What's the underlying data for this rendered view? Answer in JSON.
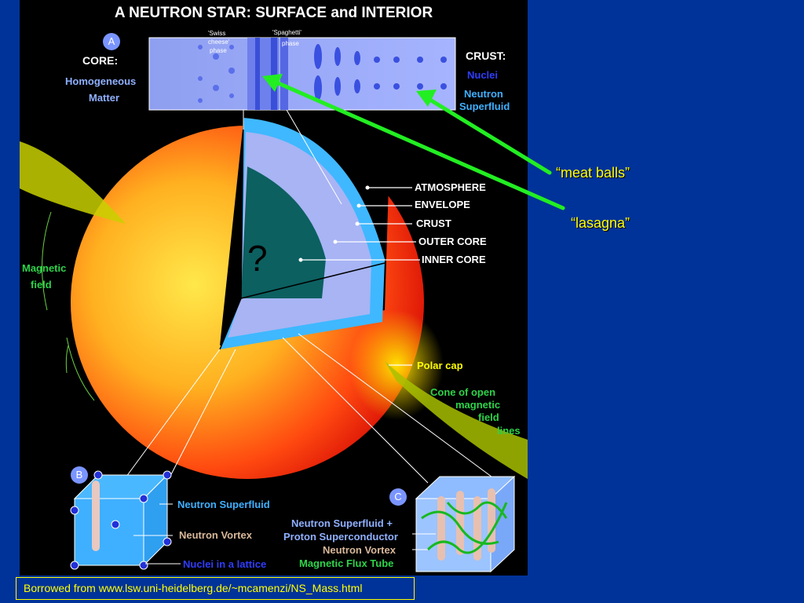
{
  "figure": {
    "title": "A NEUTRON STAR:  SURFACE and INTERIOR",
    "panel_a": {
      "badge": "A",
      "core_heading": "CORE:",
      "core_text_1": "Homogeneous",
      "core_text_2": "Matter",
      "swiss_1": "'Swiss",
      "swiss_2": "cheese'",
      "swiss_3": "phase",
      "spaghetti_1": "'Spaghetti'",
      "spaghetti_2": "phase",
      "crust_heading": "CRUST:",
      "nuclei": "Nuclei",
      "neutron": "Neutron",
      "superfluid": "Superfluid"
    },
    "layers": {
      "atmosphere": "ATMOSPHERE",
      "envelope": "ENVELOPE",
      "crust": "CRUST",
      "outer_core": "OUTER CORE",
      "inner_core": "INNER CORE",
      "unknown": "?"
    },
    "field": {
      "magnetic": "Magnetic",
      "field": "field",
      "polar_cap": "Polar cap",
      "cone_1": "Cone of open",
      "cone_2": "magnetic",
      "cone_3": "field",
      "cone_4": "lines"
    },
    "panel_b": {
      "badge": "B",
      "superfluid": "Neutron Superfluid",
      "vortex": "Neutron Vortex",
      "lattice": "Nuclei in a lattice"
    },
    "panel_c": {
      "badge": "C",
      "line_1": "Neutron Superfluid  +",
      "line_2": "Proton Superconductor",
      "vortex": "Neutron Vortex",
      "flux": "Magnetic Flux Tube"
    }
  },
  "annotations": {
    "meat_balls": "“meat balls”",
    "lasagna": "“lasagna”"
  },
  "credit": "Borrowed from www.lsw.uni-heidelberg.de/~mcamenzi/NS_Mass.html",
  "colors": {
    "slide_background": "#003399",
    "arrow": "#22ee22",
    "annotation_text": "#ffff00"
  }
}
